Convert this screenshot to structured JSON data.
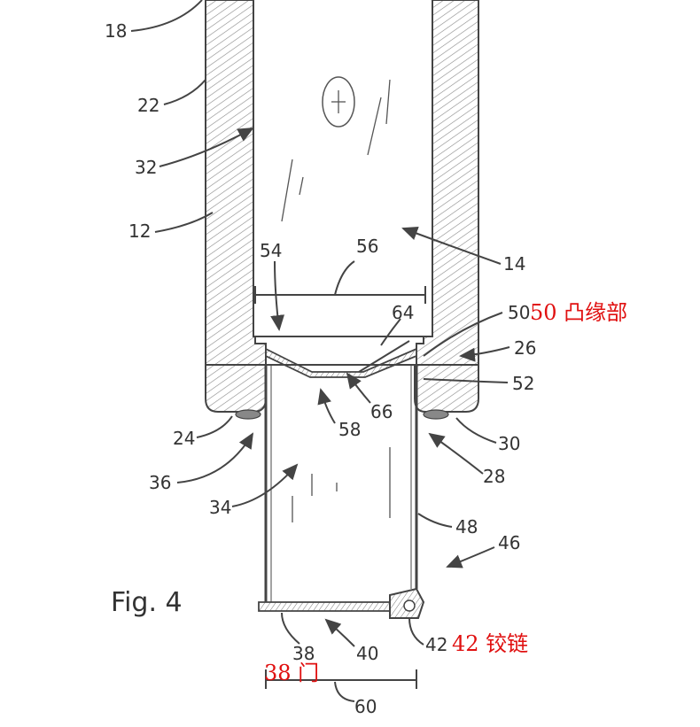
{
  "figure": {
    "title": "Fig. 4",
    "reference_numerals": [
      "18",
      "22",
      "32",
      "12",
      "54",
      "56",
      "14",
      "64",
      "50",
      "26",
      "52",
      "66",
      "58",
      "24",
      "30",
      "36",
      "28",
      "34",
      "48",
      "46",
      "38",
      "40",
      "42",
      "60"
    ],
    "annotations": [
      {
        "numeral": "50",
        "text": "50  凸缘部"
      },
      {
        "numeral": "42",
        "text": "42  铰链"
      },
      {
        "numeral": "38",
        "text": "38 门"
      }
    ]
  }
}
